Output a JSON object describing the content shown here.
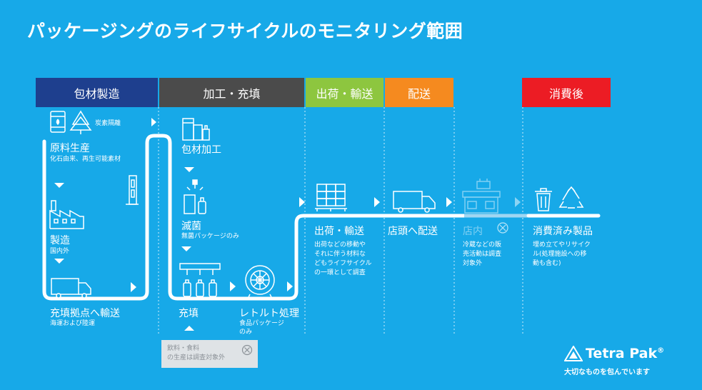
{
  "title": "パッケージングのライフサイクルのモニタリング範囲",
  "stages": [
    {
      "label": "包材製造",
      "color": "#1e3f8e"
    },
    {
      "label": "加工・充填",
      "color": "#4b4b4b"
    },
    {
      "label": "出荷・輸送",
      "color": "#8dc63f"
    },
    {
      "label": "配送",
      "color": "#f58a1f"
    },
    {
      "label": "消費後",
      "color": "#ec1c24"
    }
  ],
  "steps": {
    "carbon": "炭素隔離",
    "raw_material": {
      "label": "原料生産",
      "sub": "化石由来、再生可能素材"
    },
    "manufacturing": {
      "label": "製造",
      "sub": "国内外"
    },
    "transport_to_filling": {
      "label": "充填拠点へ輸送",
      "sub": "海運および陸運"
    },
    "packaging_processing": {
      "label": "包材加工"
    },
    "sterilization": {
      "label": "滅菌",
      "sub": "無菌パッケージのみ"
    },
    "filling": {
      "label": "充填"
    },
    "retort": {
      "label": "レトルト処理",
      "sub1": "食品パッケージ",
      "sub2": "のみ"
    },
    "shipping": {
      "label": "出荷・輸送",
      "note1": "出荷などの移動や",
      "note2": "それに伴う材料な",
      "note3": "どもライフサイクル",
      "note4": "の一環として調査"
    },
    "store_delivery": {
      "label": "店頭へ配送"
    },
    "in_store": {
      "label": "店内",
      "note1": "冷蔵などの販",
      "note2": "売活動は調査",
      "note3": "対象外"
    },
    "post_consumer": {
      "label": "消費済み製品",
      "note1": "埋め立てやリサイク",
      "note2": "ル(処理施設への移",
      "note3": "動も含む)"
    }
  },
  "exclusion": {
    "line1": "飲料・食料",
    "line2": "の生産は調査対象外"
  },
  "logo": {
    "name": "Tetra Pak",
    "registered": "®",
    "tagline": "大切なものを包んでいます"
  },
  "icons": [
    "oil-drum-icon",
    "tree-icon",
    "factory-icon",
    "truck-icon",
    "forklift-icon",
    "packaging-rolls-icon",
    "spray-icon",
    "filling-machine-icon",
    "retort-icon",
    "pallet-icon",
    "store-icon",
    "trash-bin-icon",
    "recycle-icon",
    "excluded-icon"
  ]
}
